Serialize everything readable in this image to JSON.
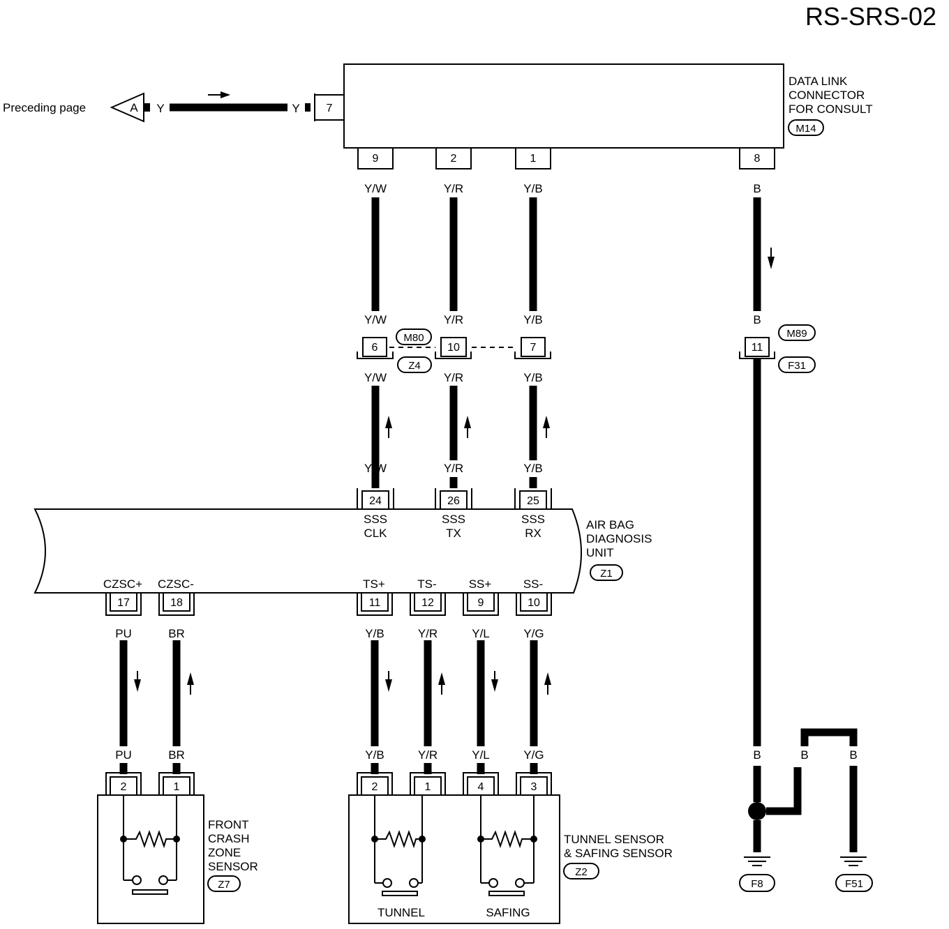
{
  "page_code": "RS-SRS-02",
  "preceding": {
    "label": "Preceding page",
    "marker": "A",
    "wire_color": "Y",
    "pin": "7"
  },
  "dlc": {
    "name": [
      "DATA LINK",
      "CONNECTOR",
      "FOR CONSULT"
    ],
    "connector": "M14"
  },
  "dlc_wires": [
    {
      "pin": "9",
      "color": "Y/W",
      "joint_pin": "6",
      "unit_pin": "24",
      "signal": [
        "SSS",
        "CLK"
      ]
    },
    {
      "pin": "2",
      "color": "Y/R",
      "joint_pin": "10",
      "unit_pin": "26",
      "signal": [
        "SSS",
        "TX"
      ]
    },
    {
      "pin": "1",
      "color": "Y/B",
      "joint_pin": "7",
      "unit_pin": "25",
      "signal": [
        "SSS",
        "RX"
      ]
    }
  ],
  "joint": {
    "tag_top": "M80",
    "tag_bottom": "Z4"
  },
  "ground_wire": {
    "pin": "8",
    "color": "B",
    "joint_pin": "11",
    "tag_top": "M89",
    "tag_bottom": "F31"
  },
  "unit": {
    "name": [
      "AIR BAG",
      "DIAGNOSIS",
      "UNIT"
    ],
    "connector": "Z1"
  },
  "front_sensor": {
    "name": [
      "FRONT",
      "CRASH",
      "ZONE",
      "SENSOR"
    ],
    "connector": "Z7",
    "wires": [
      {
        "signal": "CZSC+",
        "unit_pin": "17",
        "color": "PU",
        "sensor_pin": "2"
      },
      {
        "signal": "CZSC-",
        "unit_pin": "18",
        "color": "BR",
        "sensor_pin": "1"
      }
    ]
  },
  "tunnel_sensor": {
    "name": [
      "TUNNEL SENSOR",
      "& SAFING SENSOR"
    ],
    "connector": "Z2",
    "sub_tunnel": "TUNNEL",
    "sub_safing": "SAFING",
    "wires": [
      {
        "signal": "TS+",
        "unit_pin": "11",
        "color": "Y/B",
        "sensor_pin": "2"
      },
      {
        "signal": "TS-",
        "unit_pin": "12",
        "color": "Y/R",
        "sensor_pin": "1"
      },
      {
        "signal": "SS+",
        "unit_pin": "9",
        "color": "Y/L",
        "sensor_pin": "4"
      },
      {
        "signal": "SS-",
        "unit_pin": "10",
        "color": "Y/G",
        "sensor_pin": "3"
      }
    ]
  },
  "grounds": {
    "color": "B",
    "g1": "F8",
    "g2": "F51"
  }
}
